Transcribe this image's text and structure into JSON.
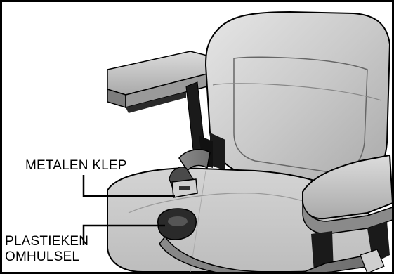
{
  "labels": {
    "metal_latch": "METALEN KLEP",
    "plastic_housing_line1": "PLASTIEKEN",
    "plastic_housing_line2": "OMHULSEL"
  }
}
